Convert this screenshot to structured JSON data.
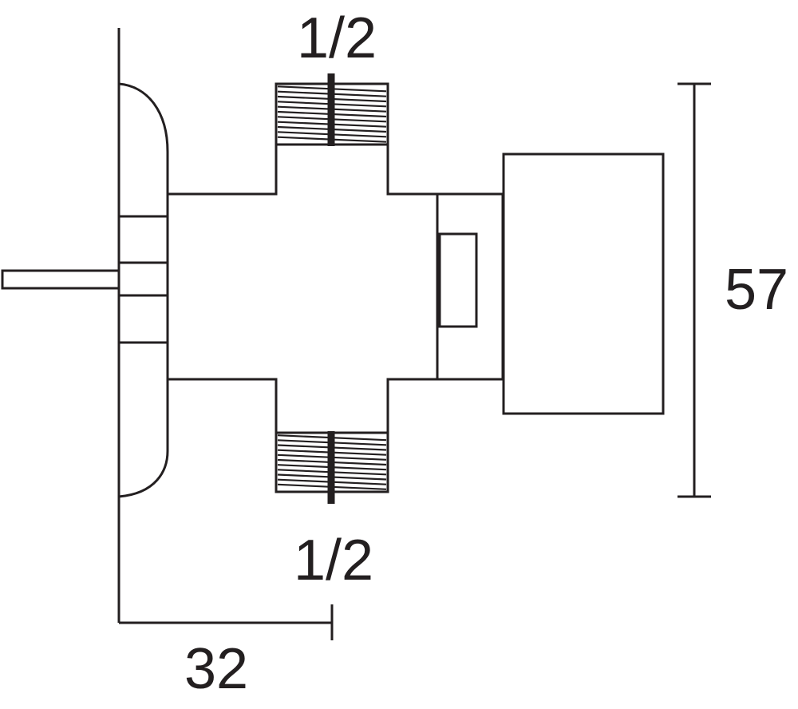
{
  "labels": {
    "top_thread": "1/2",
    "bottom_thread": "1/2",
    "height_dimension": "57",
    "depth_dimension": "32"
  },
  "colors": {
    "line": "#231f20",
    "background": "#ffffff"
  }
}
